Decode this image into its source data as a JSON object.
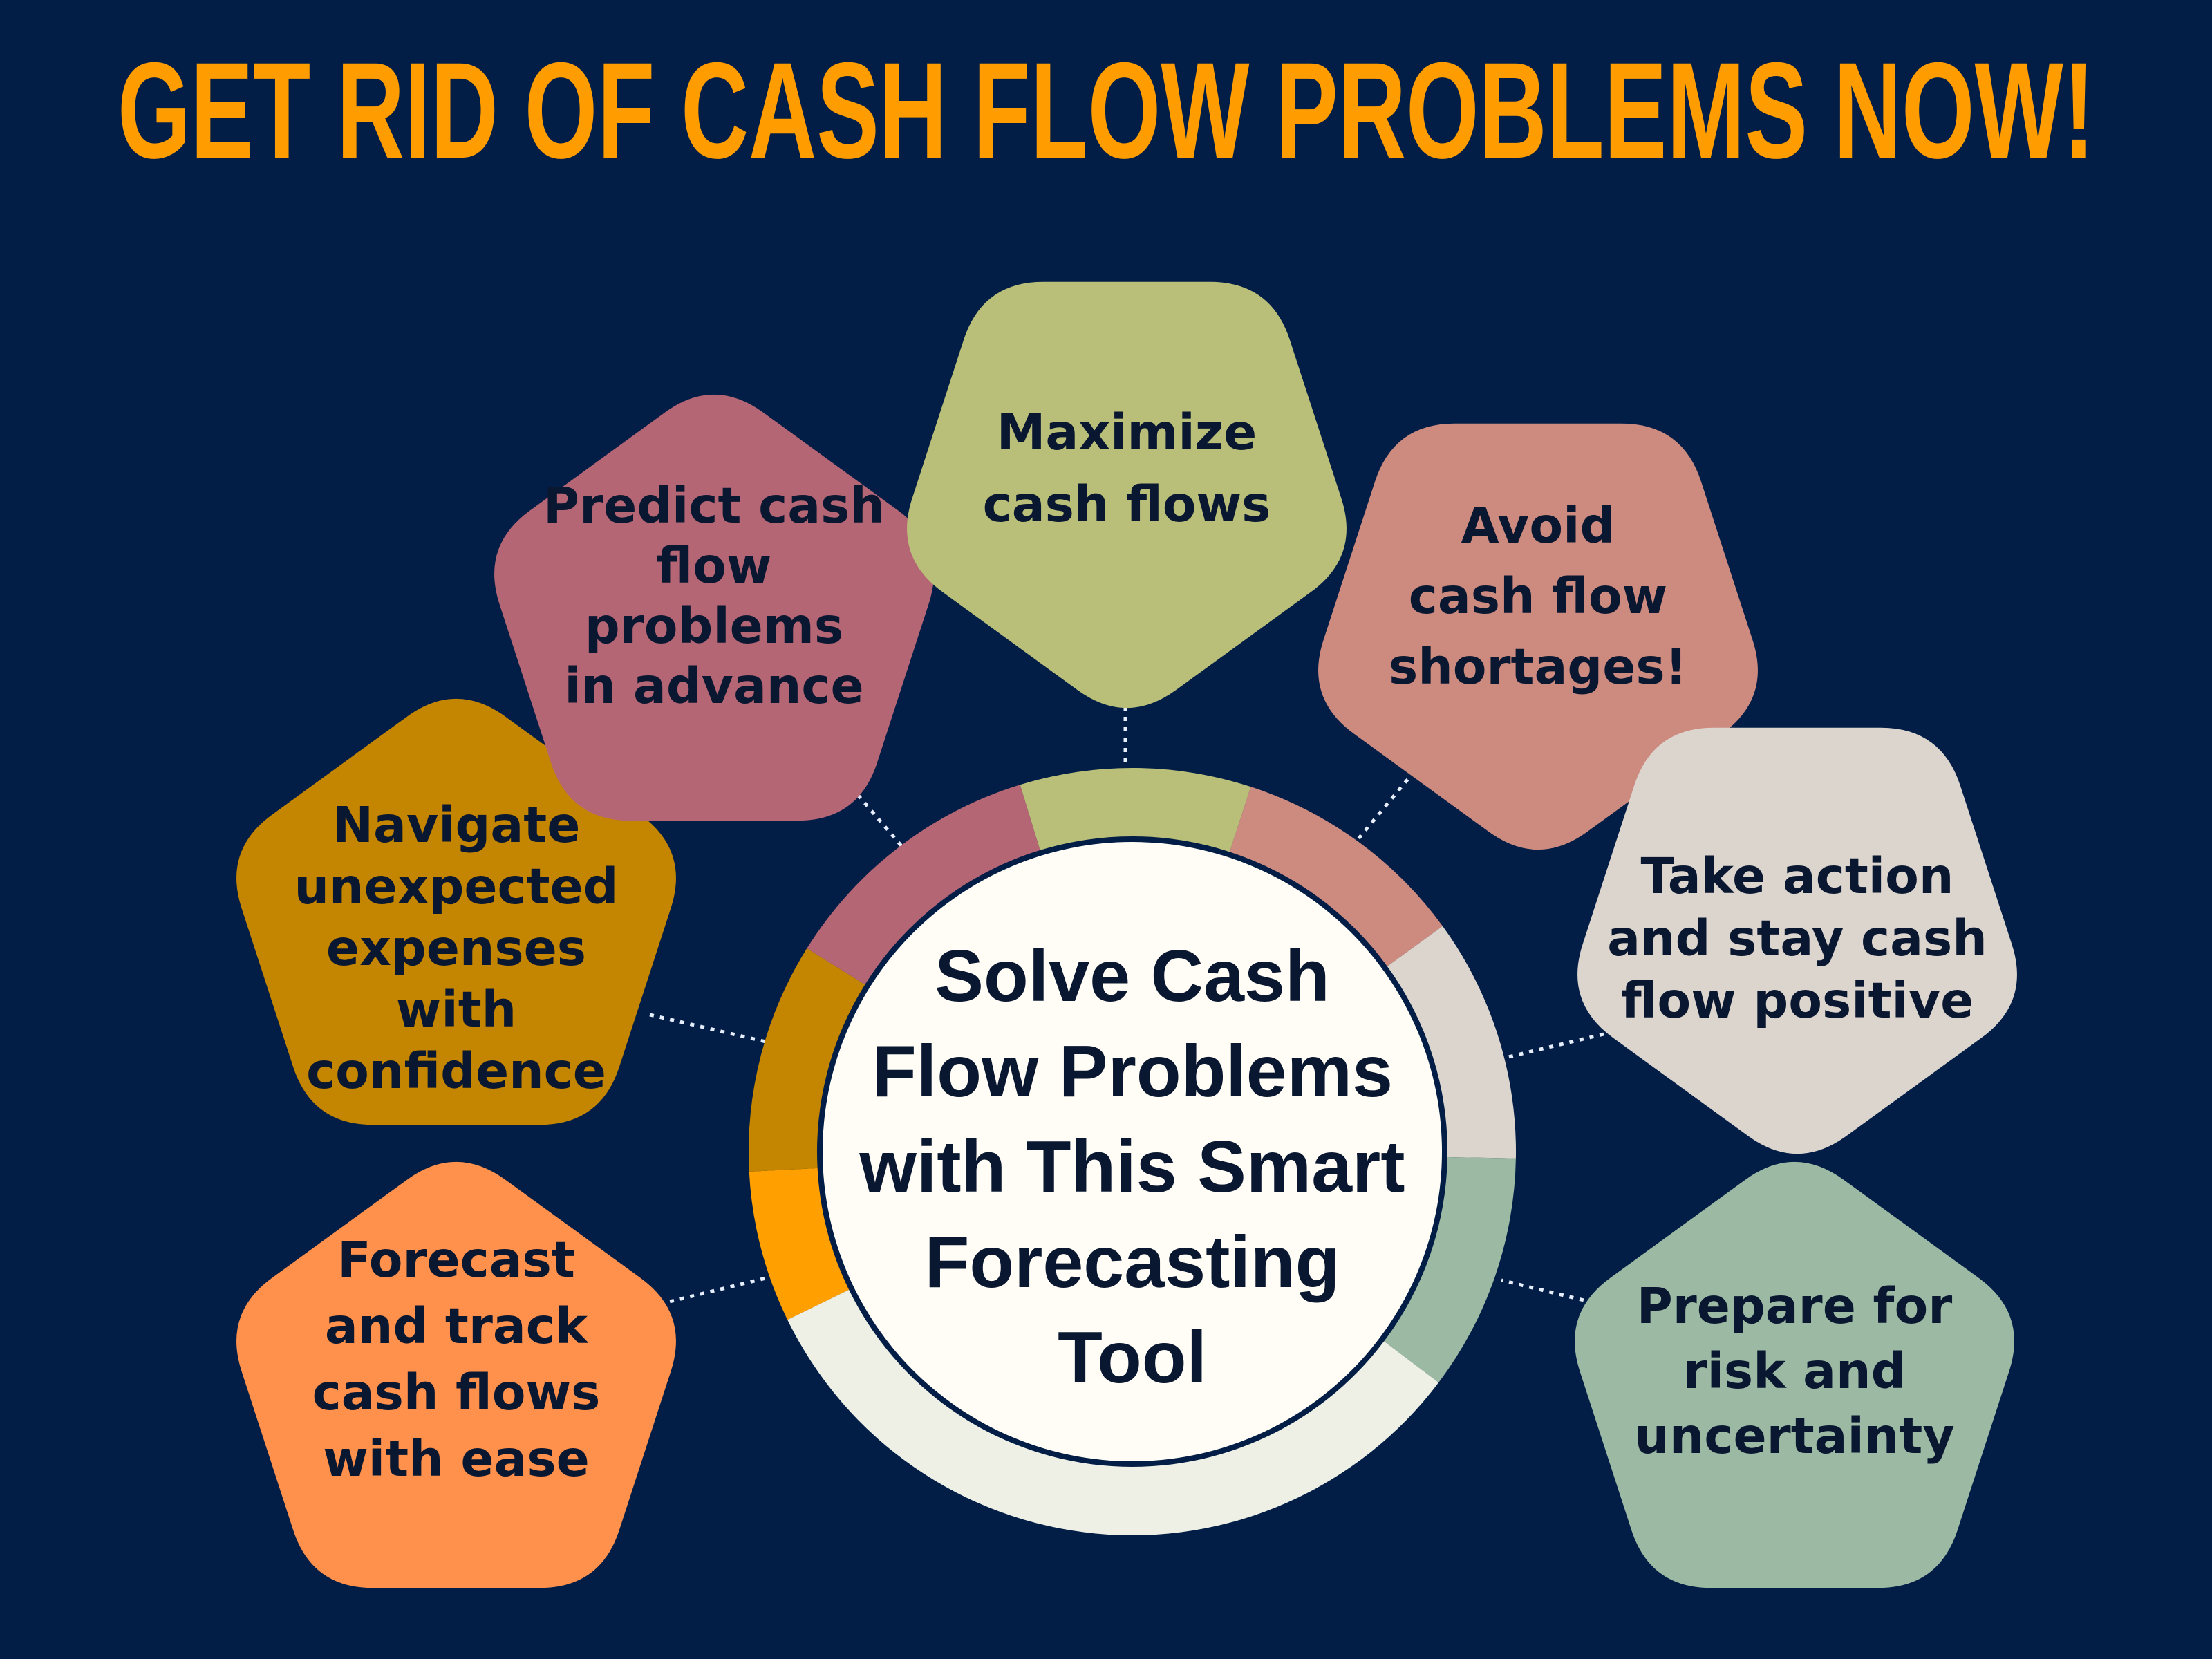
{
  "title": "GET RID OF CASH FLOW PROBLEMS NOW!",
  "center": {
    "lines": [
      "Solve Cash",
      "Flow Problems",
      "with This Smart",
      "Forecasting",
      "Tool"
    ]
  },
  "nodes": [
    {
      "id": "forecast",
      "lines": [
        "Forecast",
        "and track",
        "cash flows",
        "with ease"
      ],
      "color": "#ff914d"
    },
    {
      "id": "navigate",
      "lines": [
        "Navigate",
        "unexpected",
        "expenses",
        "with",
        "confidence"
      ],
      "color": "#c48500"
    },
    {
      "id": "predict",
      "lines": [
        "Predict cash",
        "flow",
        "problems",
        "in advance"
      ],
      "color": "#b56675"
    },
    {
      "id": "maximize",
      "lines": [
        "Maximize",
        "cash flows"
      ],
      "color": "#b9bf79"
    },
    {
      "id": "avoid",
      "lines": [
        "Avoid",
        "cash flow",
        "shortages!"
      ],
      "color": "#cd8b80"
    },
    {
      "id": "take-action",
      "lines": [
        "Take action",
        "and stay cash",
        "flow positive"
      ],
      "color": "#dcd5ce"
    },
    {
      "id": "prepare",
      "lines": [
        "Prepare for",
        "risk and",
        "uncertainty"
      ],
      "color": "#9cb9a4"
    }
  ],
  "ring_segments": [
    {
      "color": "#ffa000"
    },
    {
      "color": "#c48500"
    },
    {
      "color": "#b56675"
    },
    {
      "color": "#b9bf79"
    },
    {
      "color": "#cd8b80"
    },
    {
      "color": "#dcd5ce"
    },
    {
      "color": "#9cb9a4"
    },
    {
      "color": "#eef0e6"
    }
  ],
  "colors": {
    "background": "#031e46",
    "title": "#ff9d00",
    "center_fill": "#fffdf5",
    "text": "#0a1730",
    "connector": "#e7eefc"
  }
}
